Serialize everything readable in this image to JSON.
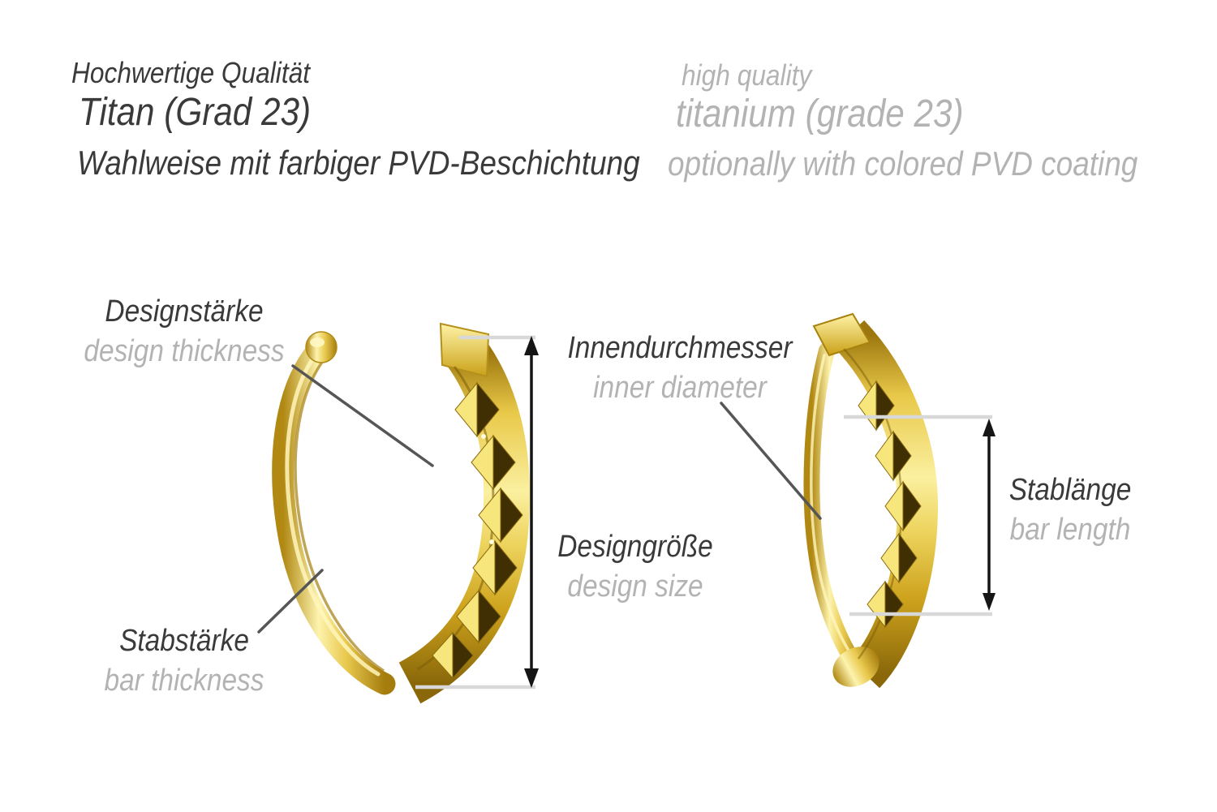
{
  "title_block": {
    "de": {
      "quality": "Hochwertige Qualität",
      "material": "Titan (Grad 23)",
      "coating": "Wahlweise mit farbiger PVD-Beschichtung"
    },
    "en": {
      "quality": "high quality",
      "material": "titanium (grade 23)",
      "coating": "optionally with colored PVD coating"
    }
  },
  "labels": {
    "design_thickness": {
      "de": "Designstärke",
      "en": "design thickness"
    },
    "bar_thickness": {
      "de": "Stabstärke",
      "en": "bar thickness"
    },
    "design_size": {
      "de": "Designgröße",
      "en": "design size"
    },
    "inner_diameter": {
      "de": "Innendurchmesser",
      "en": "inner diameter"
    },
    "bar_length": {
      "de": "Stablänge",
      "en": "bar length"
    }
  },
  "colors": {
    "background": "#ffffff",
    "text_primary": "#3a3a3a",
    "text_secondary": "#b3b3b3",
    "leader_line": "#565656",
    "measure_arrow": "#151515",
    "connector_line": "#d8d8d8",
    "gold_highlight": "#fdf2a3",
    "gold_mid": "#e8c63f",
    "gold_shadow": "#8a6a0c"
  }
}
